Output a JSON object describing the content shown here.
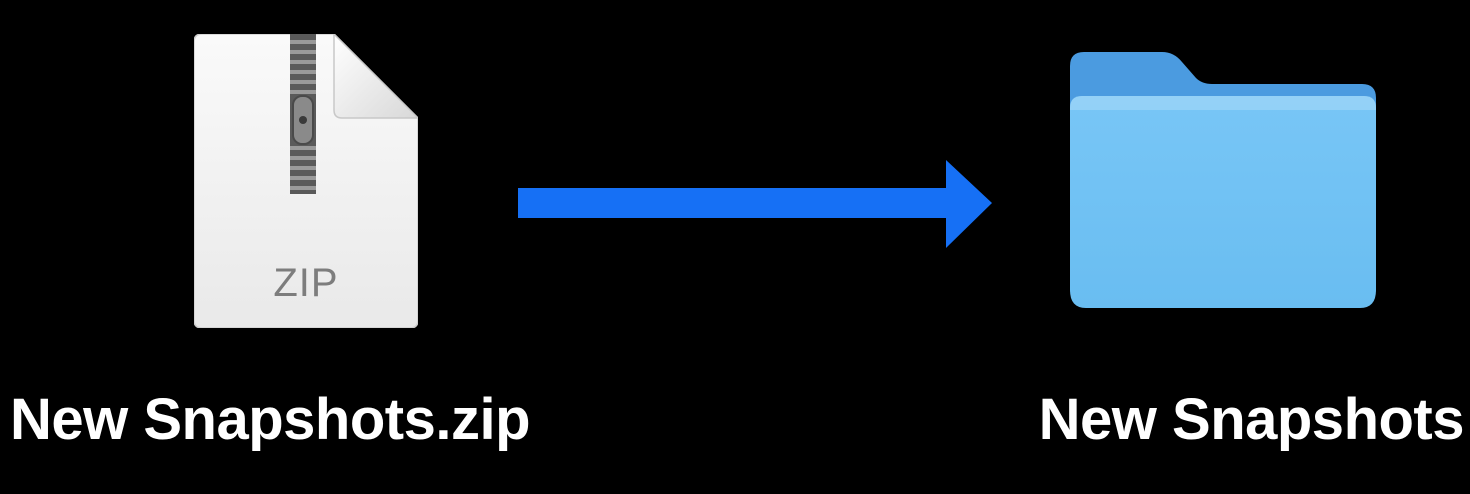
{
  "source": {
    "filename": "New Snapshots.zip",
    "icon": "zip-archive-icon",
    "icon_text": "ZIP"
  },
  "connector": {
    "icon": "right-arrow-icon",
    "color": "#1670f5"
  },
  "target": {
    "filename": "New Snapshots",
    "icon": "folder-icon",
    "color": "#6cc0f4"
  }
}
